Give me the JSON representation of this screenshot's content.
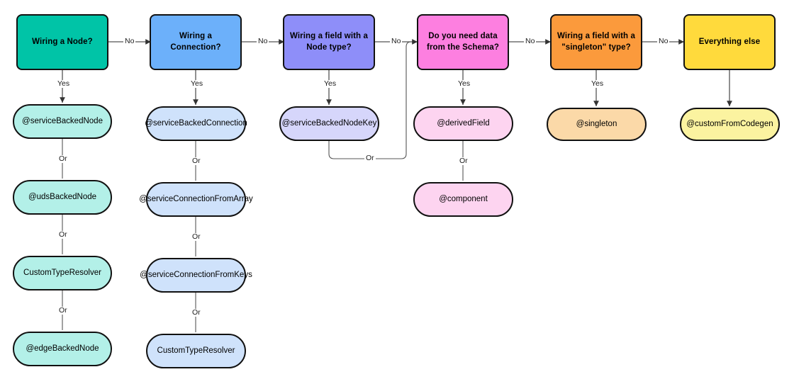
{
  "diagram": {
    "title": "GraphQL wiring annotation decision flowchart",
    "type": "flowchart",
    "edge_labels": {
      "yes": "Yes",
      "no": "No",
      "or": "Or"
    },
    "colors": {
      "teal": "#00c4a7",
      "blue": "#6cb0fa",
      "purple": "#8e8ef9",
      "pink": "#fd7fe0",
      "orange": "#fb9a3c",
      "yellow": "#ffda3c",
      "teal_pale": "#b3f0e8",
      "blue_pale": "#cfe2fb",
      "purple_pale": "#d6d6fb",
      "pink_pale": "#fdd4f0",
      "orange_pale": "#fbd9a8",
      "yellow_pale": "#fbf3a0",
      "stroke": "#111111",
      "line": "#555555"
    },
    "columns": [
      {
        "id": "node",
        "decision": "Wiring a Node?",
        "options": [
          "@serviceBackedNode",
          "@udsBackedNode",
          "CustomTypeResolver",
          "@edgeBackedNode"
        ]
      },
      {
        "id": "connection",
        "decision": "Wiring a Connection?",
        "options": [
          "@serviceBackedConnection",
          "@serviceConnectionFromArray",
          "@serviceConnectionFromKeys",
          "CustomTypeResolver"
        ]
      },
      {
        "id": "node-type-field",
        "decision": "Wiring a field with a Node type?",
        "options": [
          "@serviceBackedNodeKey"
        ]
      },
      {
        "id": "schema-data",
        "decision": "Do you need data from the Schema?",
        "options": [
          "@derivedField",
          "@component"
        ]
      },
      {
        "id": "singleton-field",
        "decision": "Wiring a field with a \"singleton\" type?",
        "options": [
          "@singleton"
        ]
      },
      {
        "id": "everything-else",
        "decision": "Everything else",
        "options": [
          "@customFromCodegen"
        ]
      }
    ]
  }
}
